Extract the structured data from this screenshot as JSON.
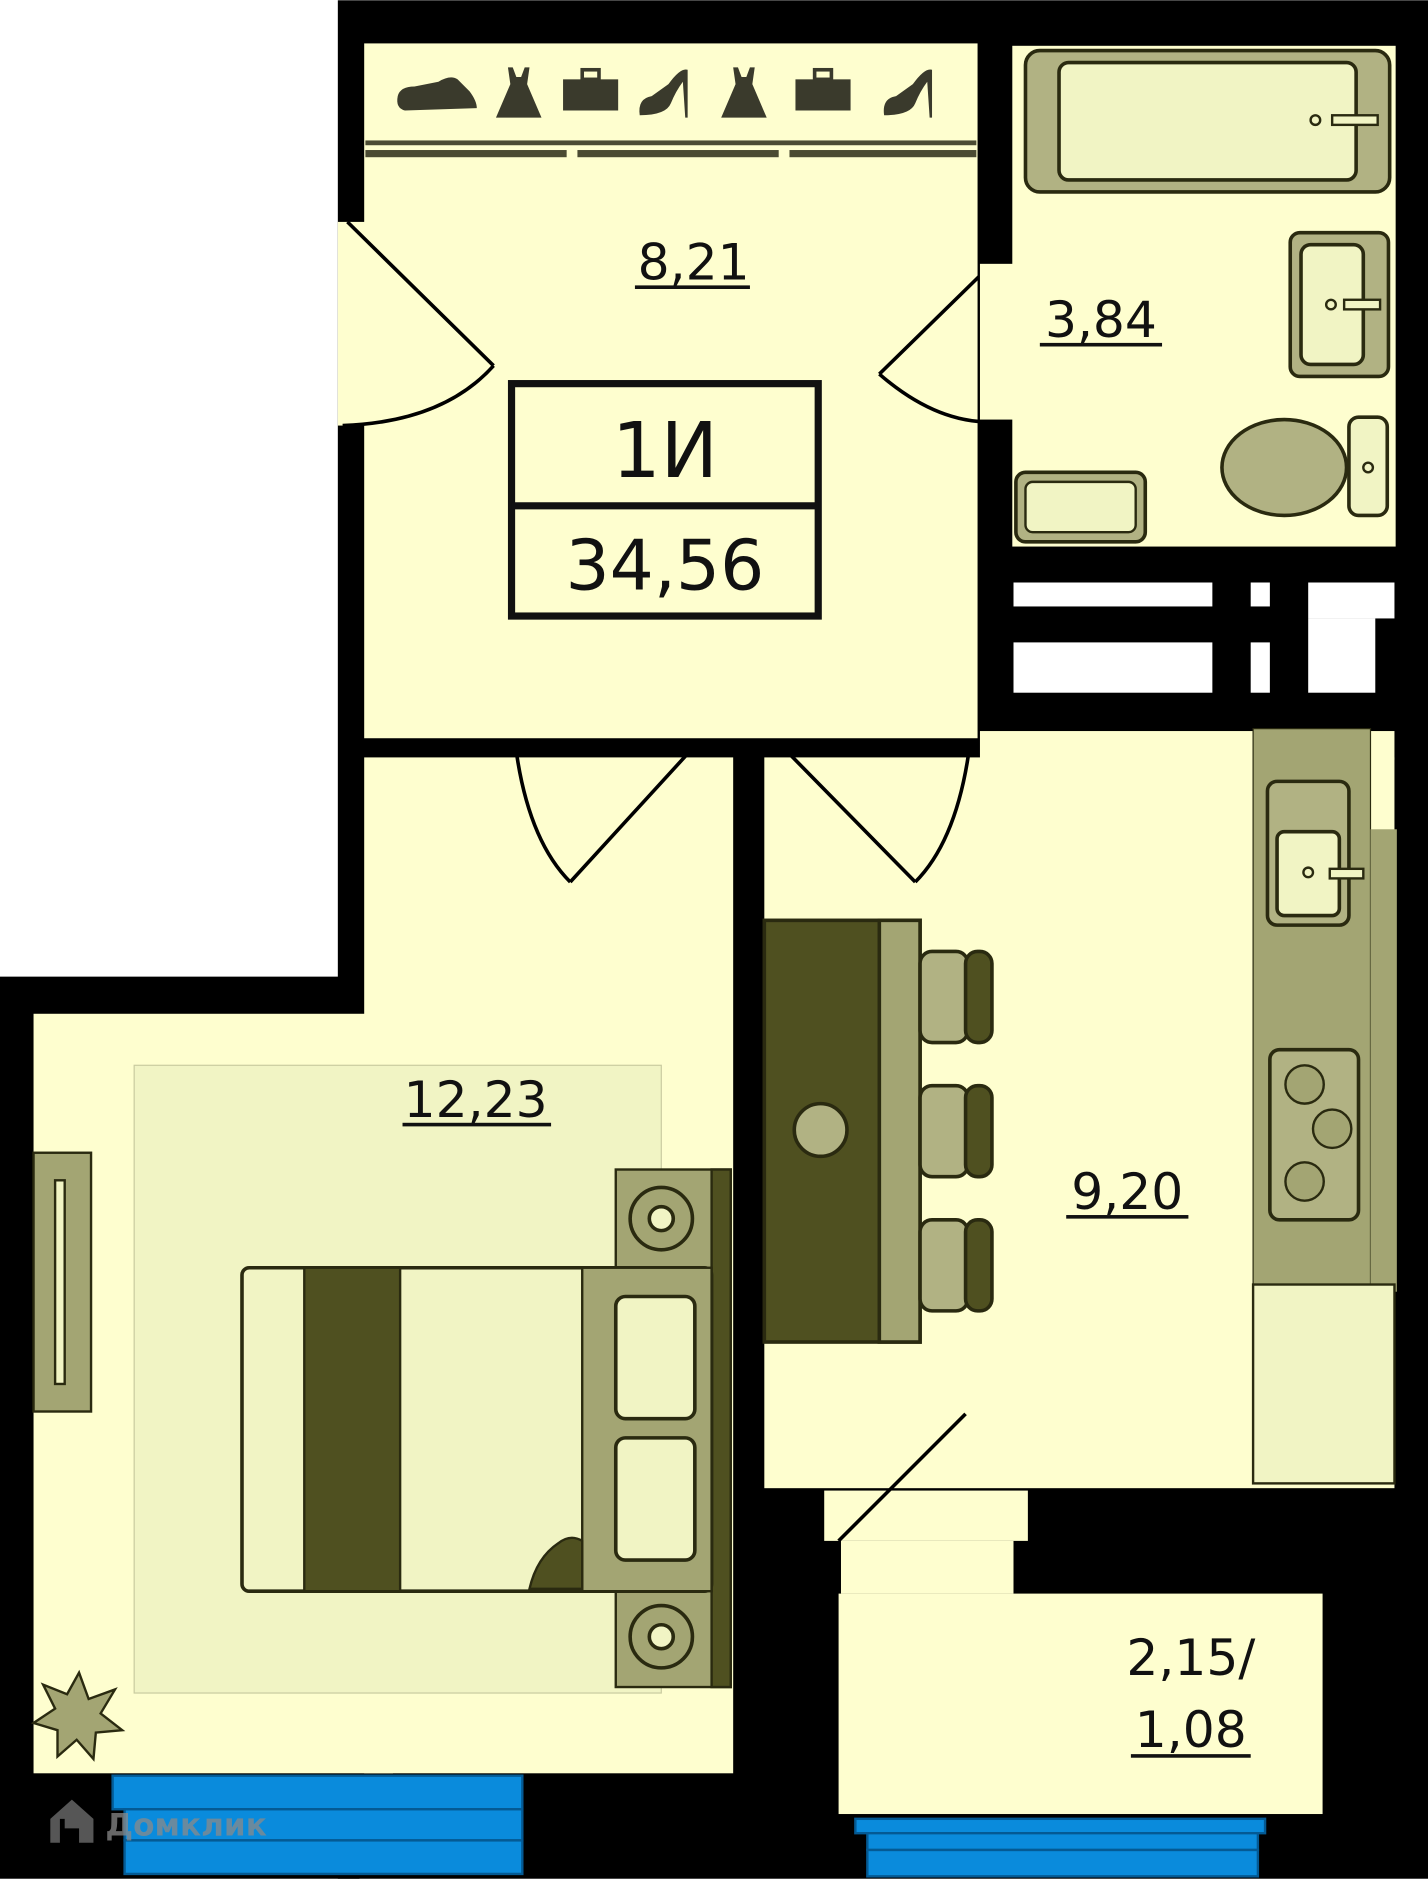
{
  "plan": {
    "apartment_type": "1И",
    "total_area": "34,56",
    "colors": {
      "wall": "#000000",
      "floor": "#FEFECF",
      "furniture_dark": "#4F5020",
      "furniture_mid": "#A3A573",
      "furniture_light": "#B1B283",
      "fixture_fill": "#F1F4C4",
      "window": "#0A8BDC"
    },
    "rooms": [
      {
        "name": "hallway",
        "area": "8,21"
      },
      {
        "name": "bathroom",
        "area": "3,84"
      },
      {
        "name": "bedroom",
        "area": "12,23"
      },
      {
        "name": "kitchen",
        "area": "9,20"
      },
      {
        "name": "balcony",
        "area_line1": "2,15/",
        "area_line2": "1,08"
      }
    ],
    "wardrobe_icons": [
      "sneaker-icon",
      "dress-icon",
      "briefcase-icon",
      "high-heel-icon",
      "dress-icon",
      "briefcase-icon",
      "high-heel-icon"
    ]
  },
  "watermark": {
    "text": "Домклик"
  }
}
